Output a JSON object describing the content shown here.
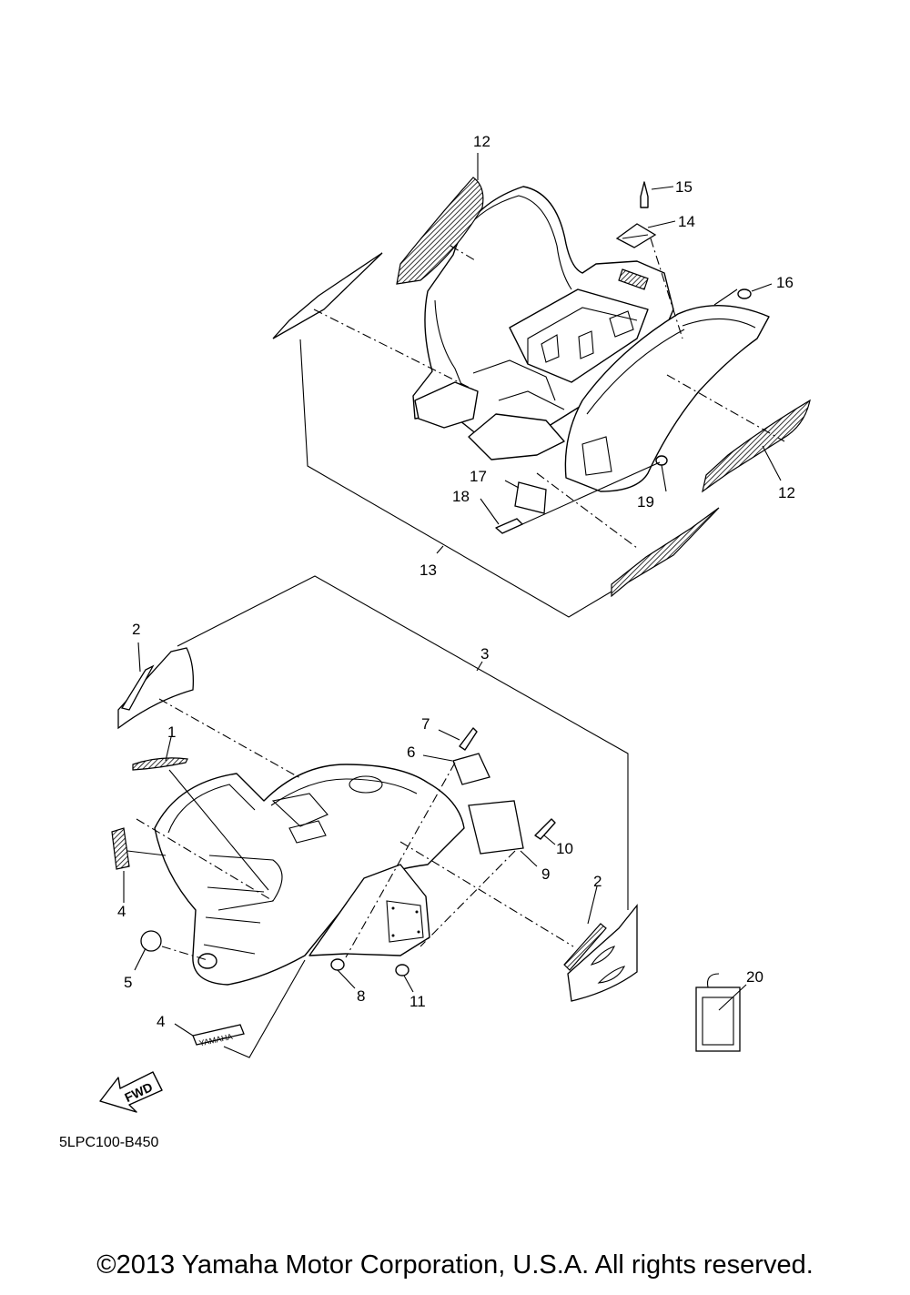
{
  "diagram": {
    "callouts": [
      "12",
      "15",
      "14",
      "16",
      "12",
      "17",
      "18",
      "19",
      "13",
      "2",
      "3",
      "7",
      "1",
      "6",
      "10",
      "9",
      "4",
      "2",
      "5",
      "8",
      "11",
      "20",
      "4"
    ],
    "forward_arrow_label": "FWD",
    "diagram_code": "5LPC100-B450",
    "decal_text": {
      "yamaha": "YAMAHA"
    }
  },
  "footer": {
    "copyright": "©2013 Yamaha Motor Corporation, U.S.A. All rights reserved."
  }
}
